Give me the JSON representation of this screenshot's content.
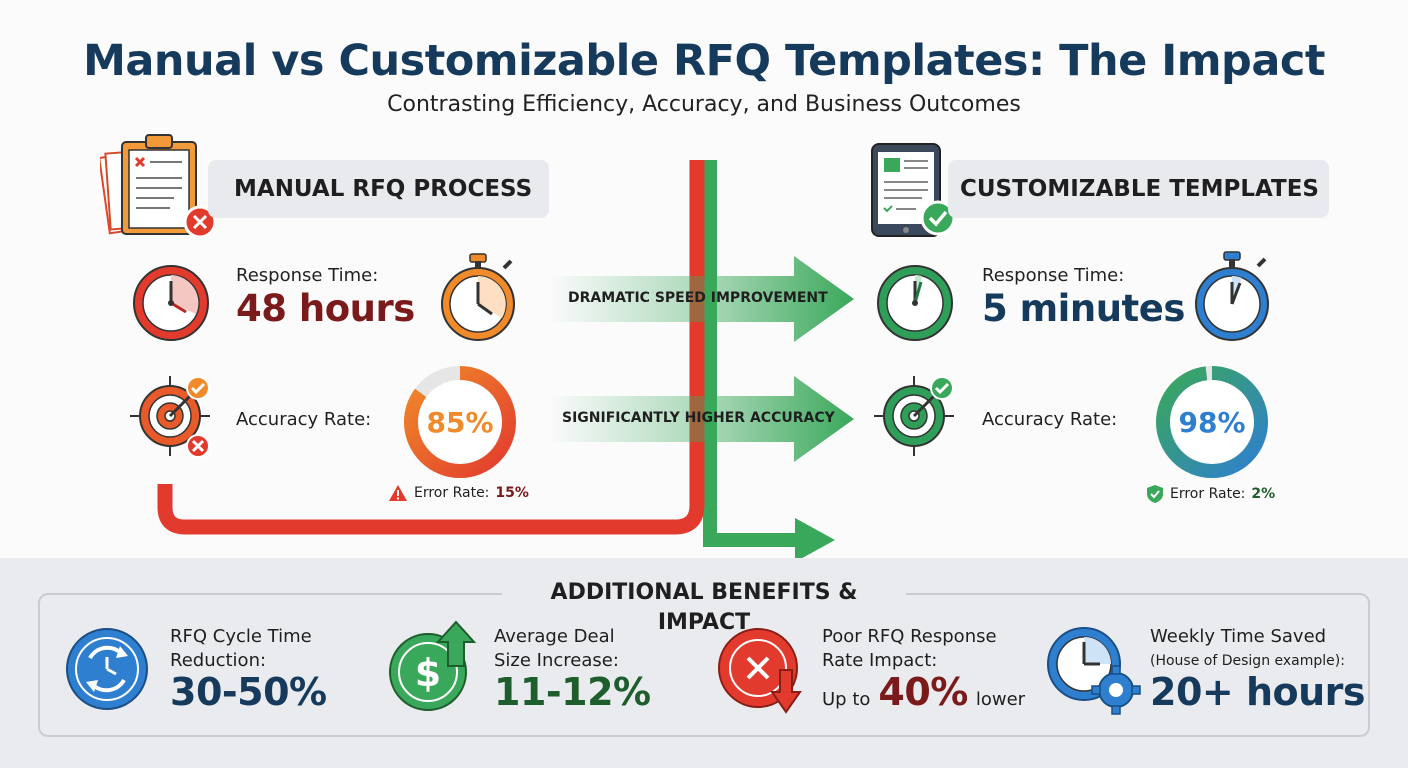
{
  "header": {
    "title": "Manual vs Customizable RFQ Templates: The Impact",
    "subtitle": "Contrasting Efficiency, Accuracy, and Business Outcomes"
  },
  "manual": {
    "heading": "MANUAL RFQ PROCESS",
    "response_label": "Response Time:",
    "response_value": "48 hours",
    "accuracy_label": "Accuracy Rate:",
    "accuracy_value": "85%",
    "accuracy_fraction": 0.85,
    "error_label": "Error Rate:",
    "error_value": "15%"
  },
  "custom": {
    "heading": "CUSTOMIZABLE TEMPLATES",
    "response_label": "Response Time:",
    "response_value": "5 minutes",
    "accuracy_label": "Accuracy Rate:",
    "accuracy_value": "98%",
    "accuracy_fraction": 0.98,
    "error_label": "Error Rate:",
    "error_value": "2%"
  },
  "arrows": {
    "speed": "DRAMATIC SPEED IMPROVEMENT",
    "accuracy": "SIGNIFICANTLY HIGHER ACCURACY"
  },
  "benefits": {
    "title": "ADDITIONAL BENEFITS & IMPACT",
    "items": [
      {
        "label1": "RFQ Cycle Time",
        "label2": "Reduction:",
        "value": "30-50%"
      },
      {
        "label1": "Average Deal",
        "label2": "Size Increase:",
        "value": "11-12%"
      },
      {
        "label1": "Poor RFQ Response",
        "label2": "Rate Impact:",
        "prefix": "Up to",
        "value": "40%",
        "suffix": "lower"
      },
      {
        "label1": "Weekly Time Saved",
        "label2": "(House of Design example):",
        "value": "20+ hours"
      }
    ]
  },
  "colors": {
    "red": "#e23b2e",
    "orange": "#f08a2a",
    "green": "#3aa85a",
    "blue": "#2f7fd0",
    "navy": "#163a5c",
    "maroon": "#7a1a1a",
    "darkgreen": "#1e5e2c"
  }
}
